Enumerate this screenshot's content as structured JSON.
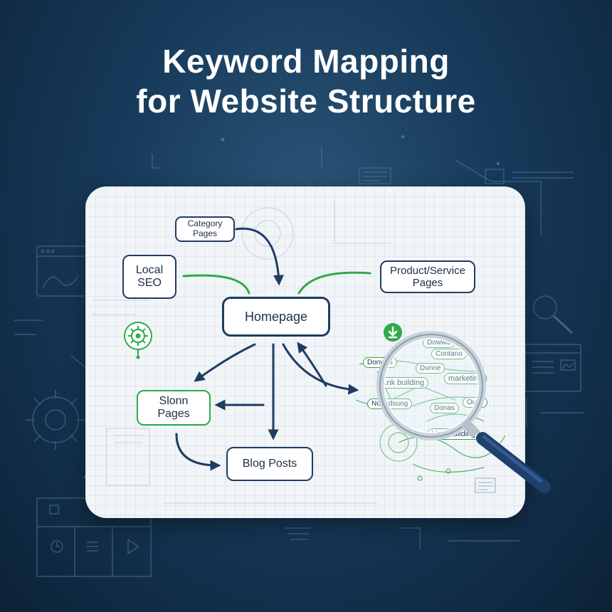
{
  "title": {
    "line1": "Keyword Mapping",
    "line2": "for Website Structure"
  },
  "diagram": {
    "nodes": {
      "category": {
        "line1": "Category",
        "line2": "Pages"
      },
      "local": {
        "line1": "Local",
        "line2": "SEO"
      },
      "product": {
        "line1": "Product/Service",
        "line2": "Pages"
      },
      "homepage": {
        "label": "Homepage"
      },
      "slogan": {
        "line1": "Slonn",
        "line2": "Pages"
      },
      "blog": {
        "label": "Blog Posts"
      }
    },
    "keywords": {
      "cluster_top1": "Dowwa",
      "cluster_top2": "Contano",
      "cluster_mid1": "Donwall",
      "cluster_mid2": "Dunne",
      "link_building_1": "l.nk building",
      "marketing": "marketing",
      "cluster_low1": "Noundsung",
      "donas": "Donas",
      "outs": "Outls",
      "link_building_2": "Link Building"
    },
    "colors": {
      "navy": "#1f3c63",
      "green": "#2eaa4a",
      "background": "#173a5a",
      "card": "#f1f5f8"
    },
    "icons": [
      "gear-badge-icon",
      "download-arrow-icon",
      "magnifier-icon",
      "search-icon",
      "gear-icon",
      "browser-window-icon",
      "play-icon",
      "clock-icon",
      "menu-icon"
    ]
  }
}
